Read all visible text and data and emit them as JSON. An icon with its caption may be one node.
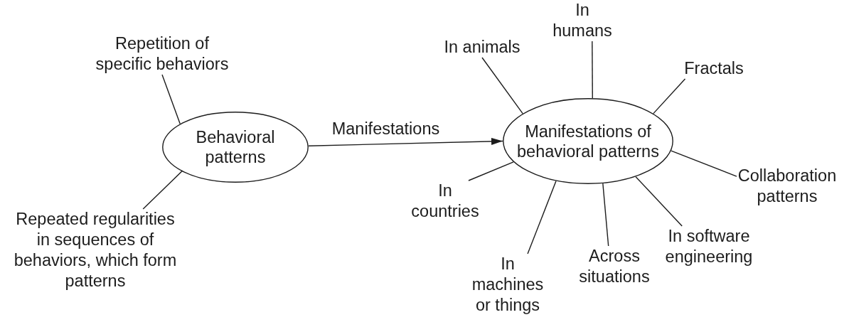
{
  "diagram": {
    "nodes": [
      {
        "text": [
          "Repetition of specific behaviors"
        ]
      },
      {
        "text": [
          "Behavioral patterns"
        ]
      },
      {
        "text": [
          "Repeated regularities in sequences of behaviors, which form patterns"
        ]
      },
      {
        "text": [
          "Manifestations of behavioral patterns"
        ]
      },
      {
        "text": [
          "In animals"
        ]
      },
      {
        "text": [
          "In humans"
        ]
      },
      {
        "text": [
          "Fractals"
        ]
      },
      {
        "text": [
          "Collaboration patterns"
        ]
      },
      {
        "text": [
          "In software engineering"
        ]
      },
      {
        "text": [
          "Across situations"
        ]
      },
      {
        "text": [
          "In machines or things"
        ]
      },
      {
        "text": [
          "In countries"
        ]
      }
    ],
    "edges": [
      {
        "from": 1,
        "to": 0,
        "arrow": "none"
      },
      {
        "from": 1,
        "to": 2,
        "arrow": "none"
      },
      {
        "from": 1,
        "to": 3,
        "arrow": "to",
        "label": "Manifestations"
      },
      {
        "from": 3,
        "to": 4,
        "arrow": "none"
      },
      {
        "from": 3,
        "to": 5,
        "arrow": "none"
      },
      {
        "from": 3,
        "to": 6,
        "arrow": "none"
      },
      {
        "from": 3,
        "to": 7,
        "arrow": "none"
      },
      {
        "from": 3,
        "to": 8,
        "arrow": "none"
      },
      {
        "from": 3,
        "to": 9,
        "arrow": "none"
      },
      {
        "from": 3,
        "to": 10,
        "arrow": "none"
      },
      {
        "from": 3,
        "to": 11,
        "arrow": "none"
      }
    ]
  }
}
